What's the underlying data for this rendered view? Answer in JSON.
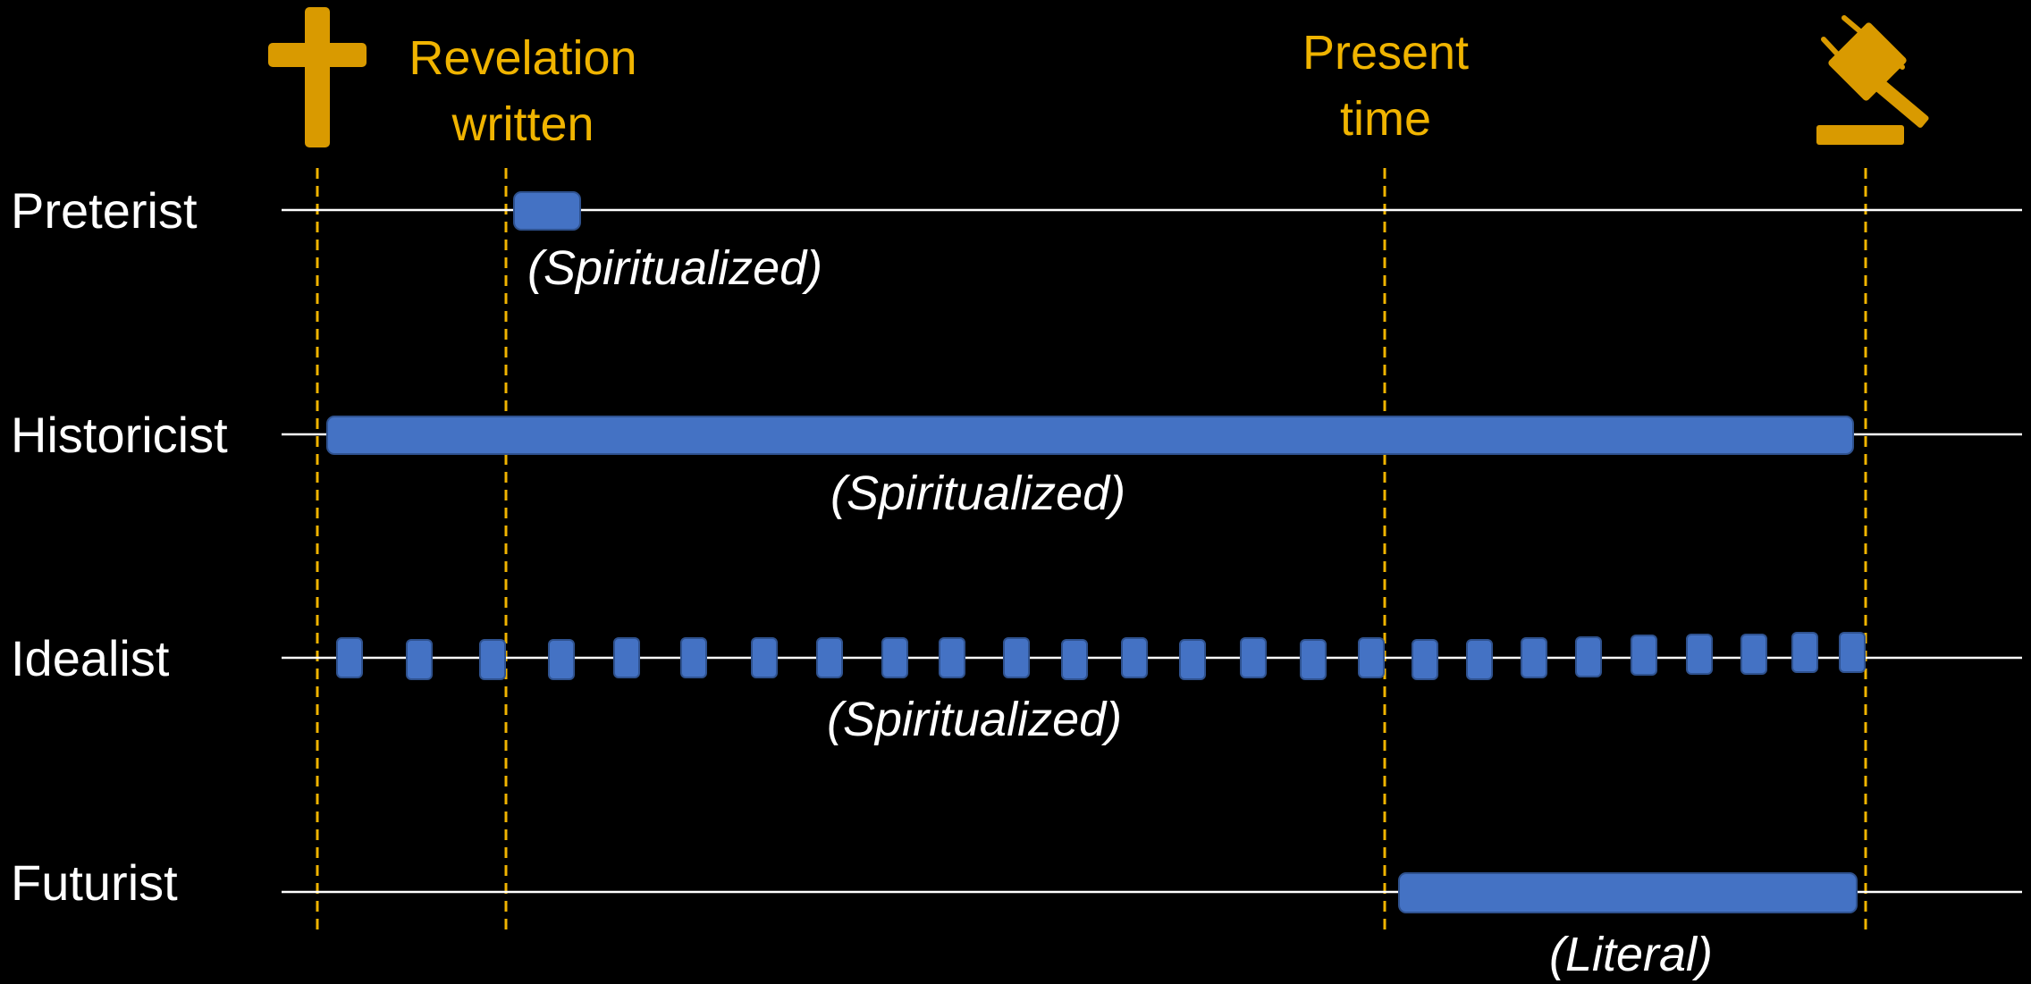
{
  "markers": {
    "revelation": "Revelation\nwritten",
    "present": "Present\ntime"
  },
  "icons": {
    "start": "cross-icon",
    "end": "gavel-icon"
  },
  "rows": [
    {
      "label": "Preterist",
      "note": "(Spiritualized)"
    },
    {
      "label": "Historicist",
      "note": "(Spiritualized)"
    },
    {
      "label": "Idealist",
      "note": "(Spiritualized)"
    },
    {
      "label": "Futurist",
      "note": "(Literal)"
    }
  ],
  "colors": {
    "background": "#000000",
    "accent": "#f0b400",
    "block": "#4472c4",
    "line": "#ffffff"
  }
}
